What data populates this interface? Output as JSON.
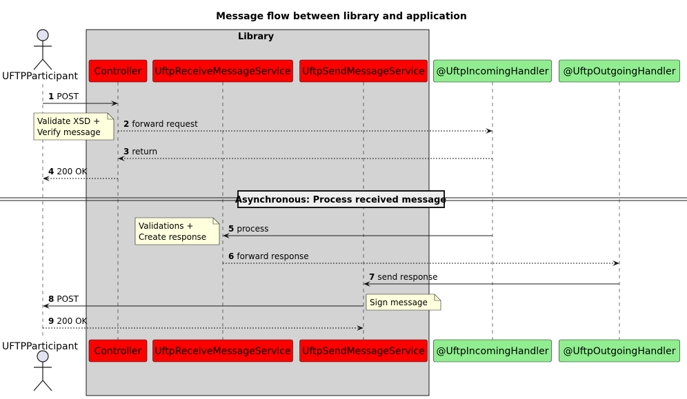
{
  "title": "Message flow between library and application",
  "box": {
    "label": "Library",
    "color": "#D3D3D3"
  },
  "colors": {
    "library_participant": "#FF0000",
    "app_participant": "#90EE90",
    "note": "#FEFFDD",
    "actor": "#E2E2F0"
  },
  "participants": [
    {
      "id": "participant",
      "type": "actor",
      "label": "UFTPParticipant"
    },
    {
      "id": "controller",
      "type": "library",
      "label": "Controller"
    },
    {
      "id": "receive",
      "type": "library",
      "label": "UftpReceiveMessageService"
    },
    {
      "id": "send",
      "type": "library",
      "label": "UftpSendMessageService"
    },
    {
      "id": "incoming",
      "type": "application",
      "label": "@UftpIncomingHandler"
    },
    {
      "id": "outgoing",
      "type": "application",
      "label": "@UftpOutgoingHandler"
    }
  ],
  "messages": [
    {
      "num": "1",
      "text": "POST",
      "from": "participant",
      "to": "controller",
      "style": "solid"
    },
    {
      "num": "2",
      "text": "forward request",
      "from": "controller",
      "to": "incoming",
      "style": "dashed"
    },
    {
      "num": "3",
      "text": "return",
      "from": "incoming",
      "to": "controller",
      "style": "dashed"
    },
    {
      "num": "4",
      "text": "200 OK",
      "from": "controller",
      "to": "participant",
      "style": "dashed"
    },
    {
      "num": "5",
      "text": "process",
      "from": "incoming",
      "to": "receive",
      "style": "solid"
    },
    {
      "num": "6",
      "text": "forward response",
      "from": "receive",
      "to": "outgoing",
      "style": "dashed"
    },
    {
      "num": "7",
      "text": "send response",
      "from": "outgoing",
      "to": "send",
      "style": "solid"
    },
    {
      "num": "8",
      "text": "POST",
      "from": "send",
      "to": "participant",
      "style": "solid"
    },
    {
      "num": "9",
      "text": "200 OK",
      "from": "participant",
      "to": "send",
      "style": "dashed"
    }
  ],
  "notes": [
    {
      "lines": [
        "Validate XSD +",
        "Verify message"
      ],
      "attached_to": "controller",
      "side": "left",
      "at_message": "2"
    },
    {
      "lines": [
        "Validations +",
        "Create response"
      ],
      "attached_to": "receive",
      "side": "left",
      "at_message": "5"
    },
    {
      "lines": [
        "Sign message"
      ],
      "attached_to": "send",
      "side": "right",
      "at_message": "8"
    }
  ],
  "divider": {
    "label": "Asynchronous: Process received message"
  }
}
